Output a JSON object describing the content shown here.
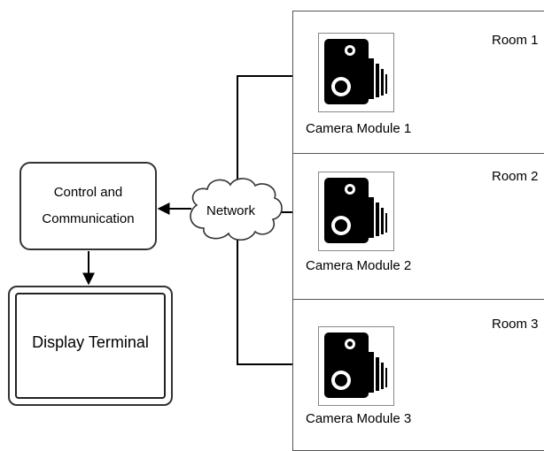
{
  "rooms": [
    {
      "label": "Room 1",
      "camera": "Camera Module 1"
    },
    {
      "label": "Room 2",
      "camera": "Camera Module 2"
    },
    {
      "label": "Room 3",
      "camera": "Camera Module 3"
    }
  ],
  "control_box": {
    "line1": "Control and",
    "line2": "Communication"
  },
  "network_label": "Network",
  "display_label": "Display Terminal"
}
